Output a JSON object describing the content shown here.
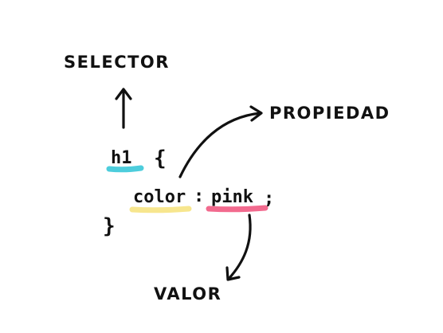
{
  "labels": {
    "selector": "SELECTOR",
    "propiedad": "PROPIEDAD",
    "valor": "VALOR"
  },
  "code": {
    "selector": "h1",
    "open_brace": "{",
    "property": "color",
    "colon": ":",
    "value": "pink",
    "semicolon": ";",
    "close_brace": "}"
  },
  "colors": {
    "selector_highlight": "#2ec4d6",
    "property_highlight": "#f6e27a",
    "value_highlight": "#f0507a",
    "ink": "#111111"
  },
  "icons": {
    "selector_arrow": "arrow-up-icon",
    "propiedad_arrow": "curved-arrow-right-icon",
    "valor_arrow": "curved-arrow-down-icon"
  }
}
